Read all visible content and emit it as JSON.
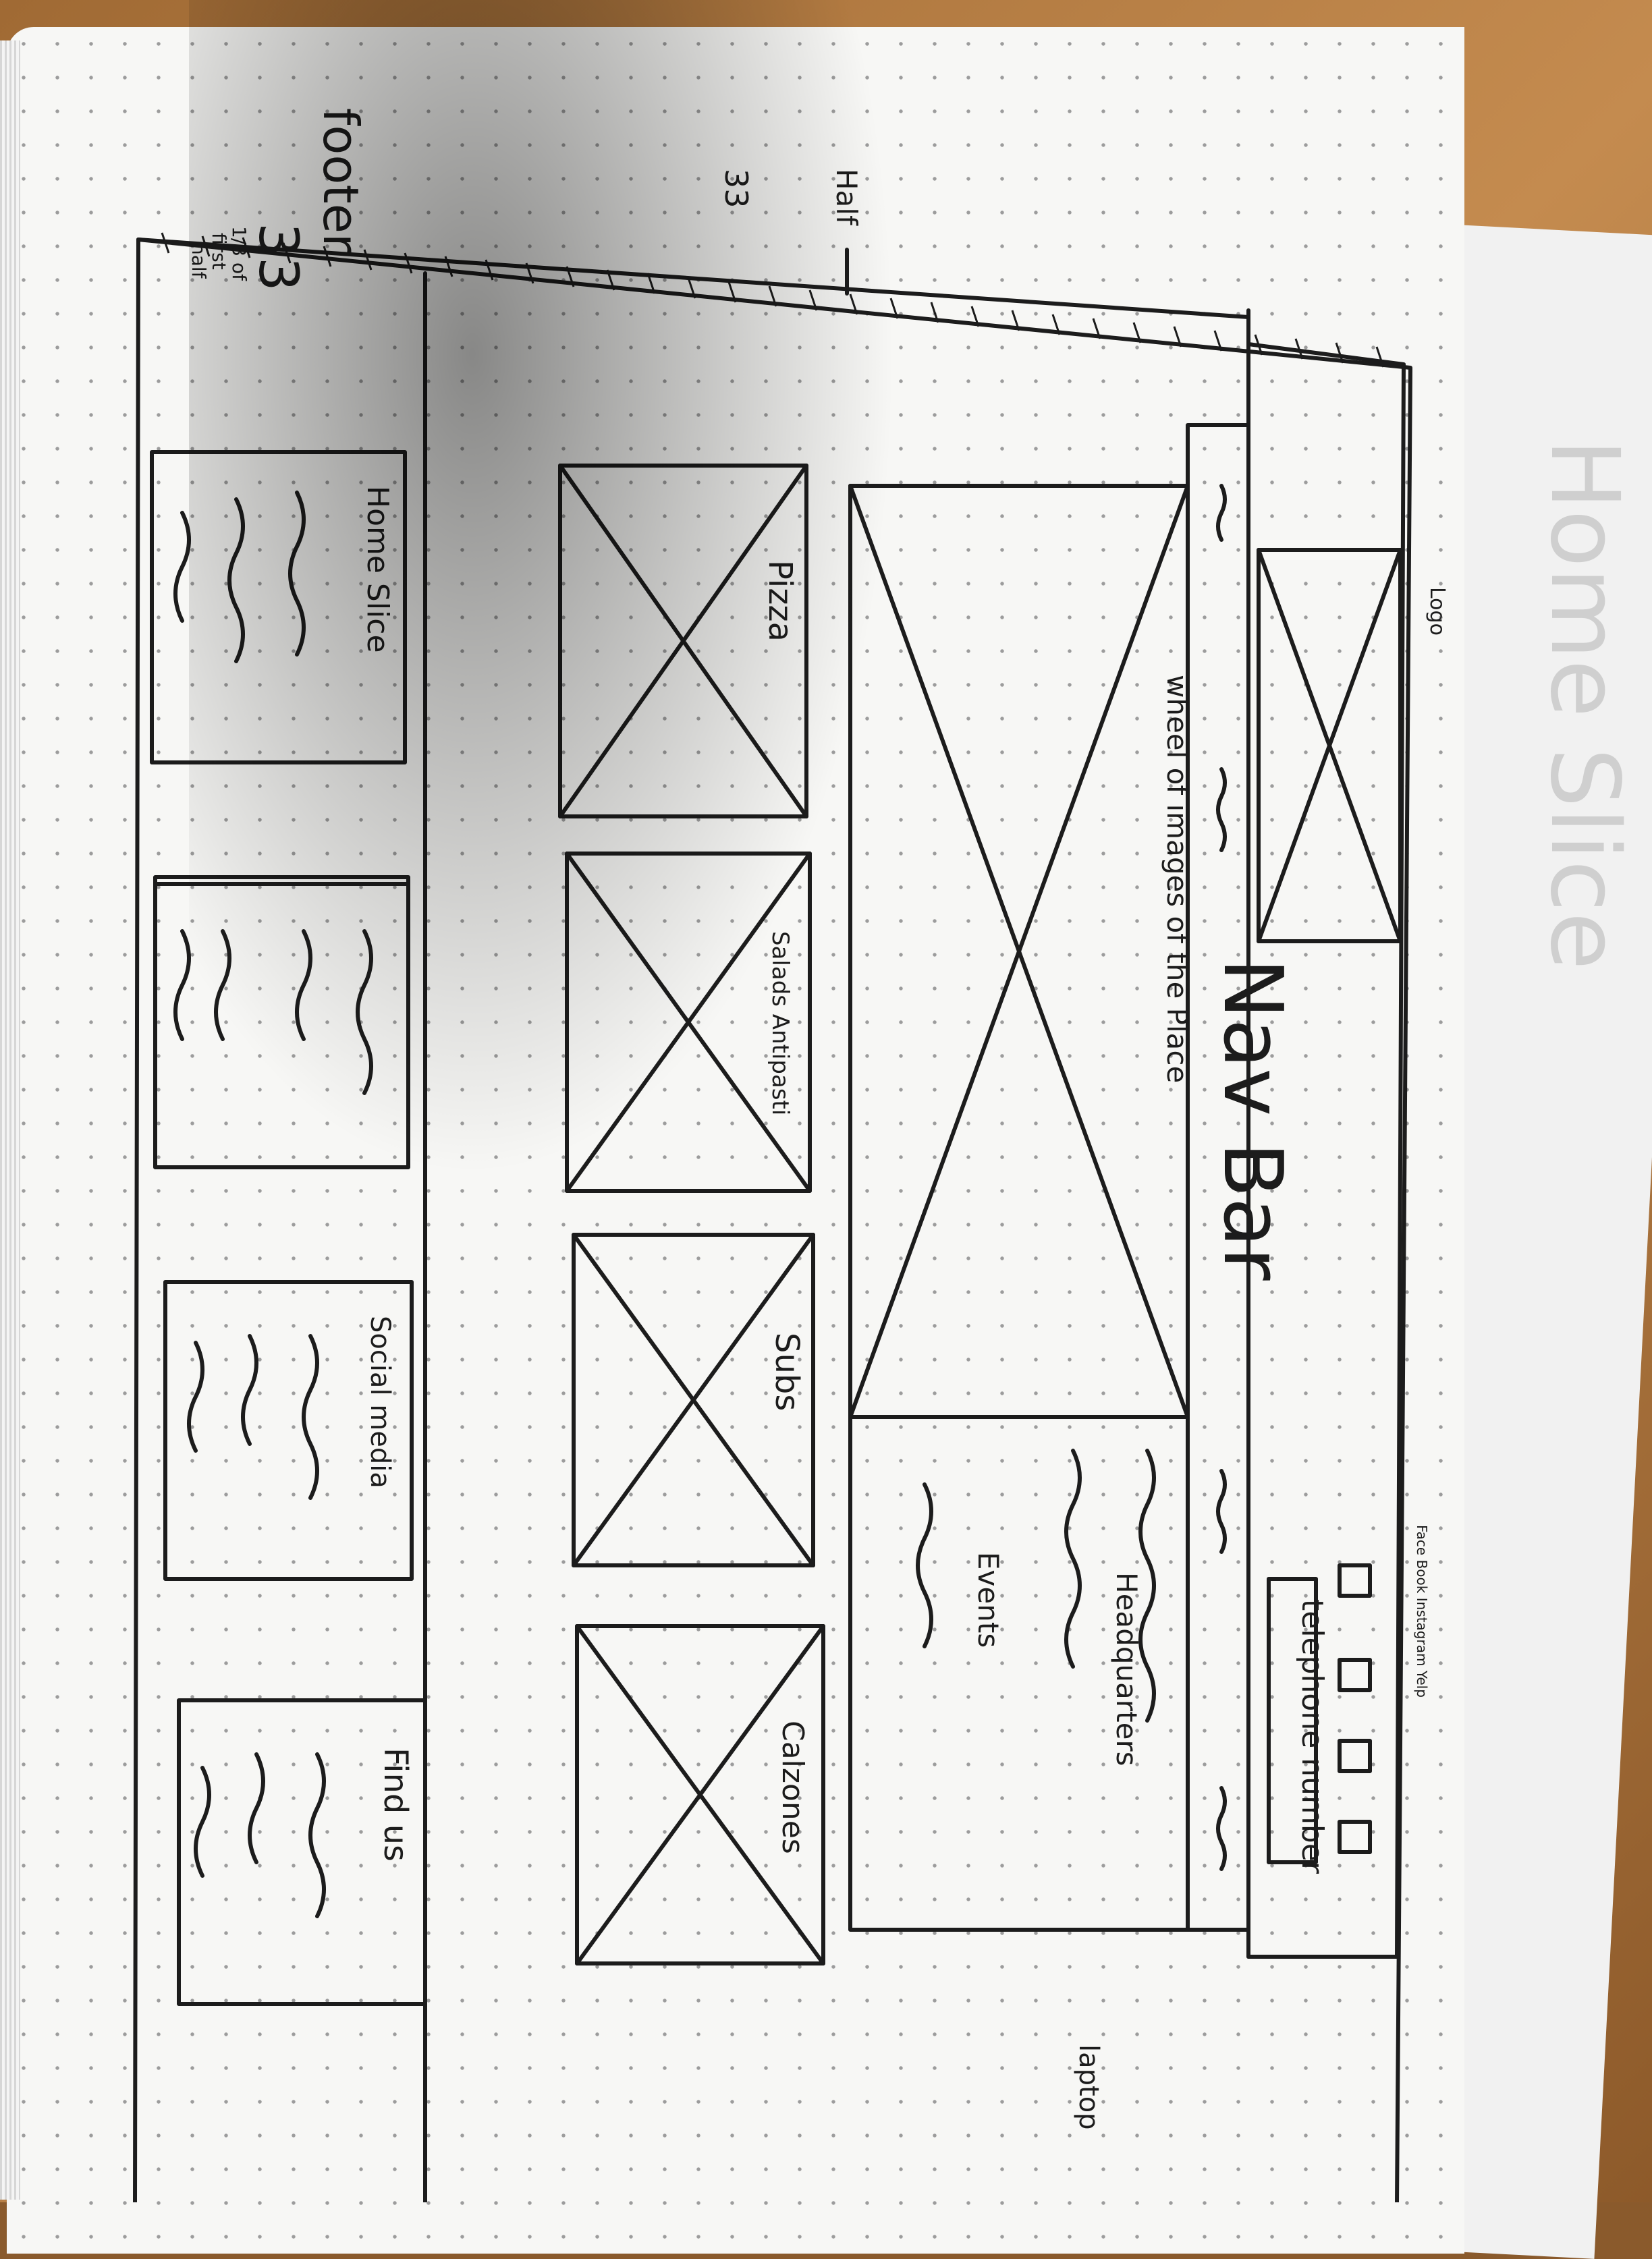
{
  "sketch": {
    "measure_label": "33",
    "first_half_note": [
      "1/3 of",
      "first",
      "half"
    ],
    "half_label": "Half",
    "second_measure_label": "33",
    "footer_label": "footer",
    "header": {
      "logo_label": "Logo",
      "social_label": "Face Book  Instagram  Yelp",
      "telephone_label": "telephone number",
      "nav_label": "Nav Bar"
    },
    "hero": {
      "caption": "wheel of images of the Place",
      "side_labels": [
        "Headquarters",
        "Events"
      ]
    },
    "menu_cards": [
      "Pizza",
      "Salads Antipasti",
      "Subs",
      "Calzones"
    ],
    "footer_sections": [
      "Home Slice",
      "Social media",
      "Find us"
    ],
    "corner_note": "laptop",
    "ghost_text": "Home Slice"
  }
}
